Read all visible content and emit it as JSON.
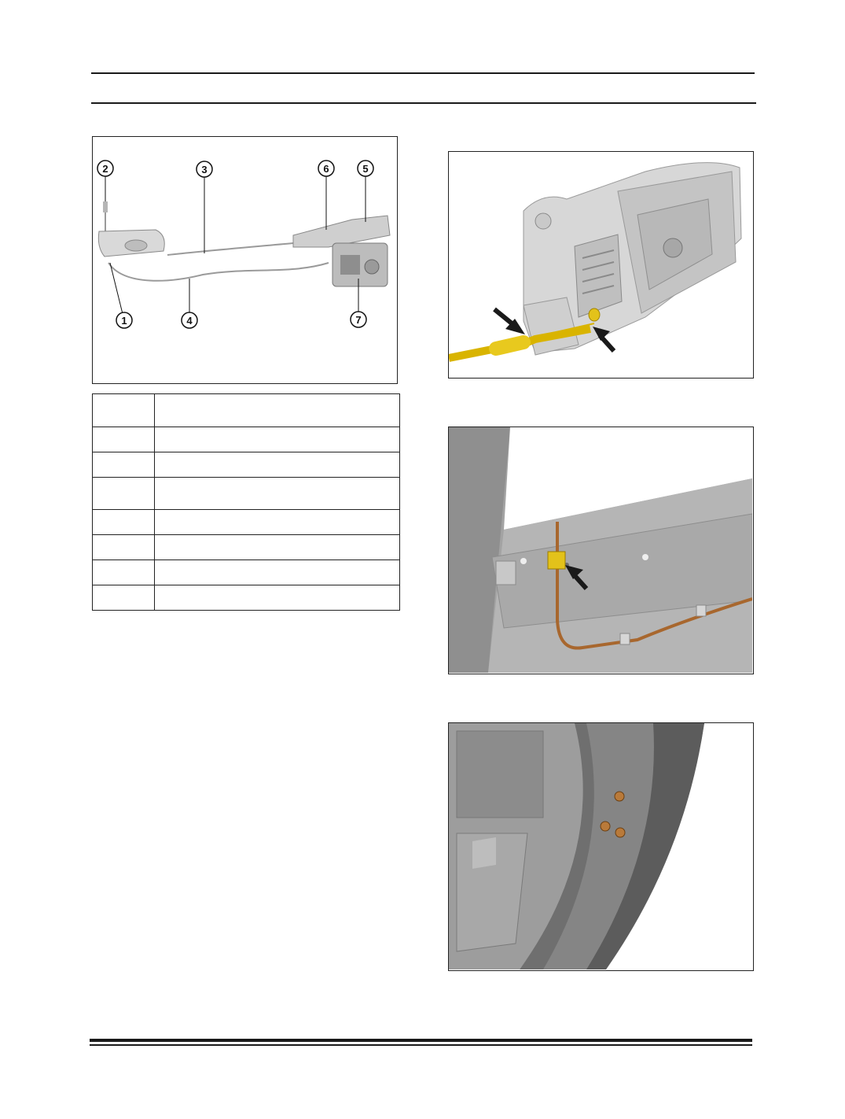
{
  "figure1": {
    "callouts": [
      "1",
      "2",
      "3",
      "4",
      "5",
      "6",
      "7"
    ]
  },
  "legend_table": {
    "rows": [
      {
        "num": "",
        "desc": ""
      },
      {
        "num": "",
        "desc": ""
      },
      {
        "num": "",
        "desc": ""
      },
      {
        "num": "",
        "desc": ""
      },
      {
        "num": "",
        "desc": ""
      },
      {
        "num": "",
        "desc": ""
      },
      {
        "num": "",
        "desc": ""
      },
      {
        "num": "",
        "desc": ""
      }
    ]
  },
  "colors": {
    "rule": "#1a1a1a",
    "cable_yellow": "#d9b400",
    "cable_copper": "#a8672e",
    "clip_yellow": "#e3c21a",
    "panel_gray": "#8d8d8d",
    "arrow": "#1a1a1a"
  }
}
